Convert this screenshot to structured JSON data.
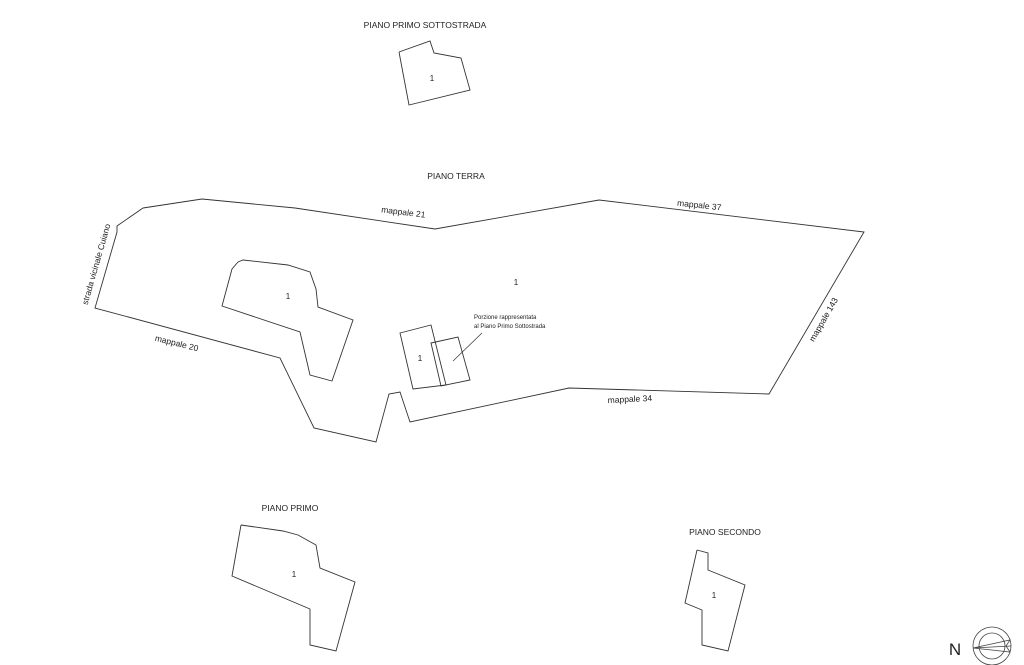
{
  "floors": {
    "piano_primo_sottostrada": "PIANO PRIMO SOTTOSTRADA",
    "piano_terra": "PIANO TERRA",
    "piano_primo": "PIANO PRIMO",
    "piano_secondo": "PIANO SECONDO"
  },
  "parcels": {
    "mappale_21": "mappale 21",
    "mappale_37": "mappale 37",
    "mappale_143": "mappale 143",
    "mappale_34": "mappale 34",
    "mappale_20": "mappale 20",
    "strada": "strada vicinale Cuiano"
  },
  "units": {
    "sottostrada": "1",
    "terra_lot": "1",
    "terra_building": "1",
    "terra_small": "1",
    "primo": "1",
    "secondo": "1"
  },
  "note": {
    "line1": "Porzione rappresentata",
    "line2": "al Piano Primo Sottostrada"
  },
  "north": {
    "letter": "N",
    "icon": "compass-rose-icon"
  }
}
